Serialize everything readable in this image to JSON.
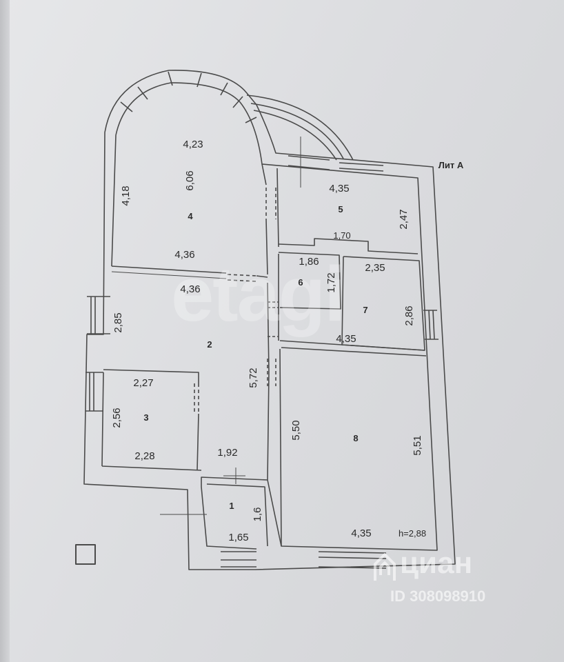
{
  "plan_title": "Лит А",
  "labels": {
    "r4_top": "4,23",
    "r4_left": "4,18",
    "r4_mid": "6,06",
    "r4_bottom": "4,36",
    "r5_top": "4,35",
    "r5_right": "2,47",
    "r5_bottom": "1,70",
    "r6_top": "1,86",
    "r6_right": "1,72",
    "r7_top": "2,35",
    "r7_right": "2,86",
    "r7_bottom": "4,35",
    "r2_top": "4,36",
    "r2_left": "2,85",
    "r2_right": "5,72",
    "r2_bottom": "1,92",
    "r3_top": "2,27",
    "r3_left": "2,56",
    "r3_bottom": "2,28",
    "r1_right": "1,6",
    "r1_bottom": "1,65",
    "r8_left": "5,50",
    "r8_right": "5,51",
    "r8_bottom": "4,35",
    "ceiling": "h=2,88"
  },
  "rooms": [
    "1",
    "2",
    "3",
    "4",
    "5",
    "6",
    "7",
    "8"
  ],
  "watermarks": {
    "etagi": "etagi",
    "cian": "циан",
    "cian_id": "ID 308098910"
  }
}
